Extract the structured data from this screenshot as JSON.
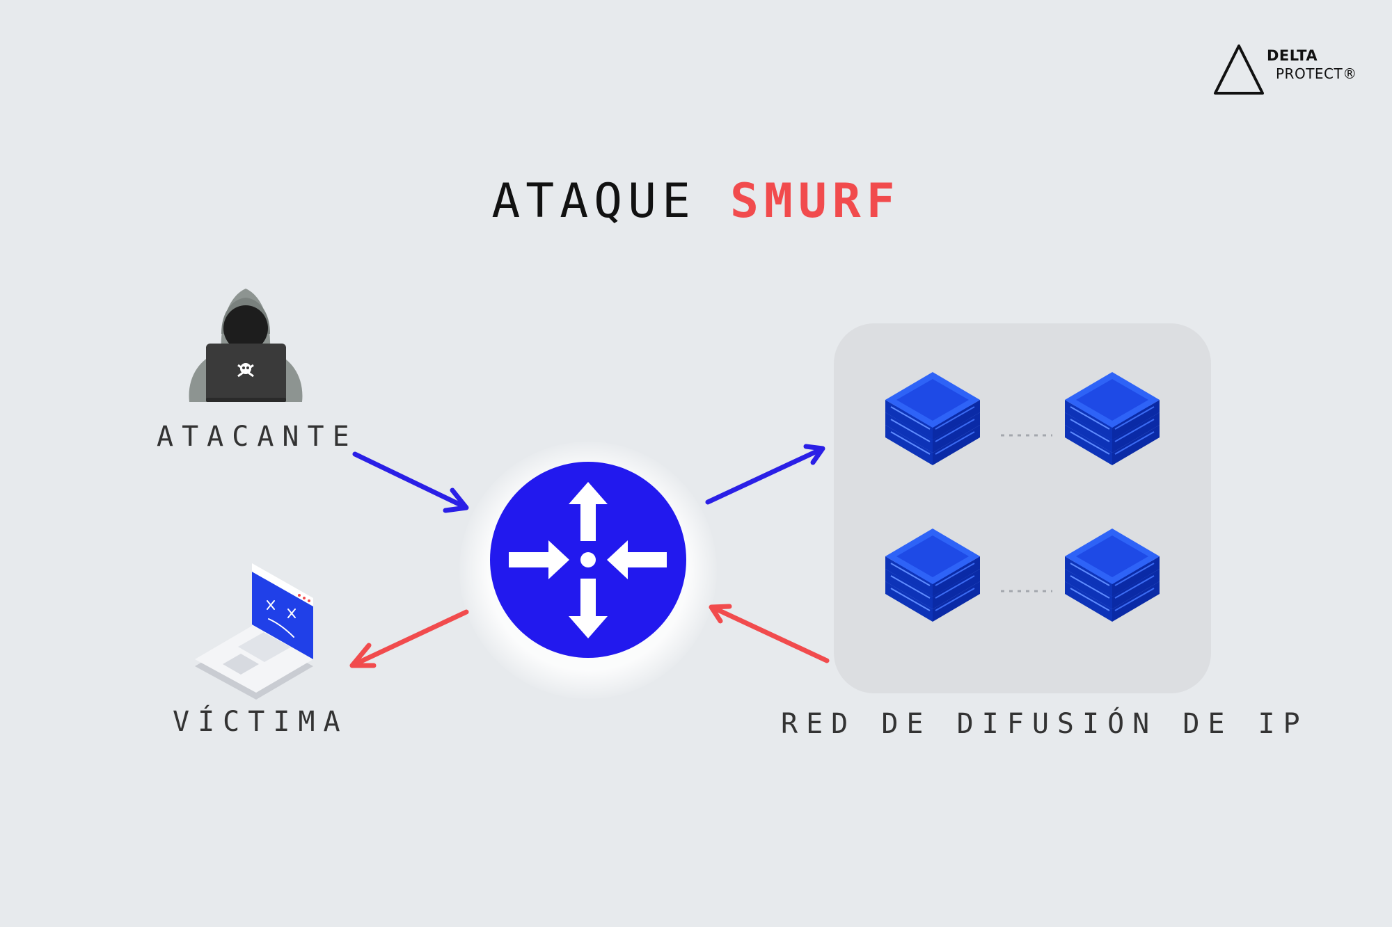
{
  "title": {
    "main": "ATAQUE",
    "accent": "SMURF"
  },
  "logo": {
    "line1": "DELTA",
    "line2": "PROTECT®"
  },
  "labels": {
    "attacker": "ATACANTE",
    "victim": "VÍCTIMA",
    "network": "RED DE DIFUSIÓN DE IP"
  },
  "colors": {
    "background": "#e7eaed",
    "request_arrow": "#2a1fe6",
    "reply_arrow": "#f14b4d",
    "router": "#2219ee",
    "server": "#1646e8",
    "title_accent": "#f14b4d"
  },
  "icons": [
    "hooded-attacker-icon",
    "skull-icon",
    "broken-laptop-icon",
    "router-icon",
    "server-stack-icon",
    "delta-logo-icon"
  ]
}
